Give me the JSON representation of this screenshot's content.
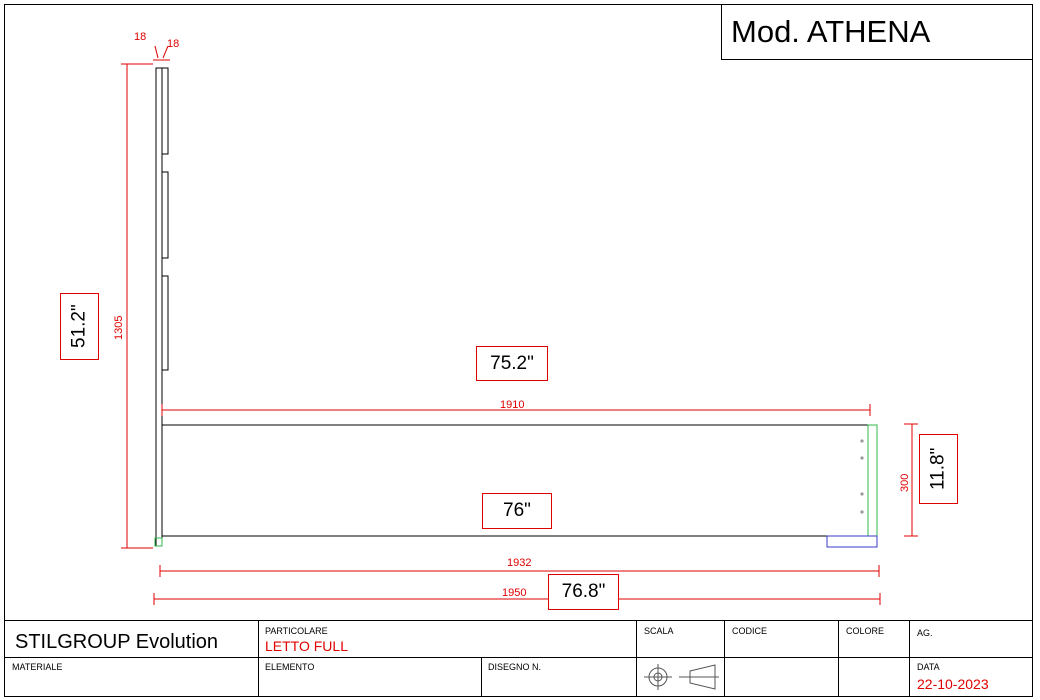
{
  "title_box": {
    "model": "Mod. ATHENA"
  },
  "dimensions": {
    "top_a": "18",
    "top_b": "18",
    "height": "1305",
    "inner_length": "1910",
    "side_height": "300",
    "rail_length": "1932",
    "overall_length": "1950"
  },
  "callouts": {
    "height_in": "51.2\"",
    "inner_in": "75.2\"",
    "mid_in": "76\"",
    "side_in": "11.8\"",
    "overall_in": "76.8\""
  },
  "title_block": {
    "company": "STILGROUP Evolution",
    "particolare_label": "PARTICOLARE",
    "particolare_value": "LETTO FULL",
    "scala_label": "SCALA",
    "codice_label": "CODICE",
    "colore_label": "COLORE",
    "ag_label": "AG.",
    "materiale_label": "MATERIALE",
    "elemento_label": "ELEMENTO",
    "disegno_label": "DISEGNO N.",
    "data_label": "DATA",
    "data_value": "22-10-2023"
  },
  "colors": {
    "dimension": "#e00000",
    "line": "#000000",
    "green_part": "#2fb84a",
    "blue_part": "#3a3ac8"
  },
  "icons": [
    "projection-symbol-icon"
  ]
}
